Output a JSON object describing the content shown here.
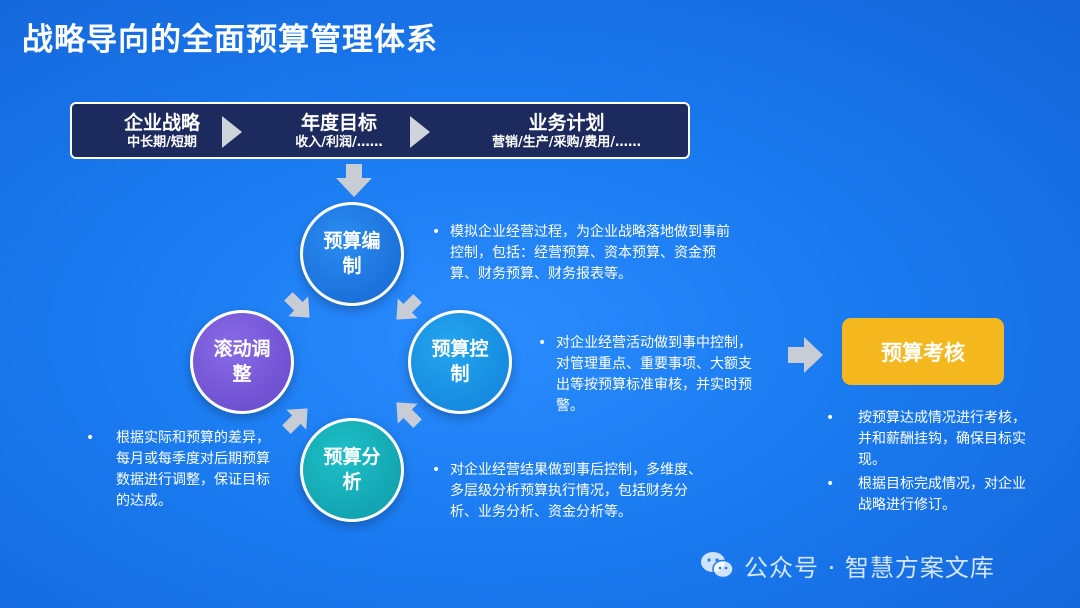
{
  "title": "战略导向的全面预算管理体系",
  "topbar": {
    "stage1": {
      "main": "企业战略",
      "sub": "中长期/短期"
    },
    "stage2": {
      "main": "年度目标",
      "sub": "收入/利润/……"
    },
    "stage3": {
      "main": "业务计划",
      "sub": "营销/生产/采购/费用/……"
    }
  },
  "cycle": {
    "bianzhi": {
      "label": "预算编制",
      "desc": "模拟企业经营过程，为企业战略落地做到事前控制，包括：经营预算、资本预算、资金预算、财务预算、财务报表等。"
    },
    "kongzhi": {
      "label": "预算控制",
      "desc": "对企业经营活动做到事中控制，对管理重点、重要事项、大额支出等按预算标准审核，并实时预警。"
    },
    "fenxi": {
      "label": "预算分析",
      "desc": "对企业经营结果做到事后控制，多维度、多层级分析预算执行情况，包括财务分析、业务分析、资金分析等。"
    },
    "gundong": {
      "label": "滚动调整",
      "desc": "根据实际和预算的差异，每月或每季度对后期预算数据进行调整，保证目标的达成。"
    }
  },
  "assessment": {
    "label": "预算考核",
    "items": [
      "按预算达成情况进行考核，并和薪酬挂钩，确保目标实现。",
      "根据目标完成情况，对企业战略进行修订。"
    ]
  },
  "bullet": "•",
  "watermark": "公众号 · 智慧方案文库",
  "icons": {
    "stage_arrow": "triangle-right-icon",
    "flow_arrow": "block-arrow-icon",
    "wechat": "wechat-icon"
  },
  "colors": {
    "background": "#1a7cf0",
    "topbar": "#1c2a5e",
    "assess": "#f4b81e",
    "arrow": "#c8ccd4"
  }
}
